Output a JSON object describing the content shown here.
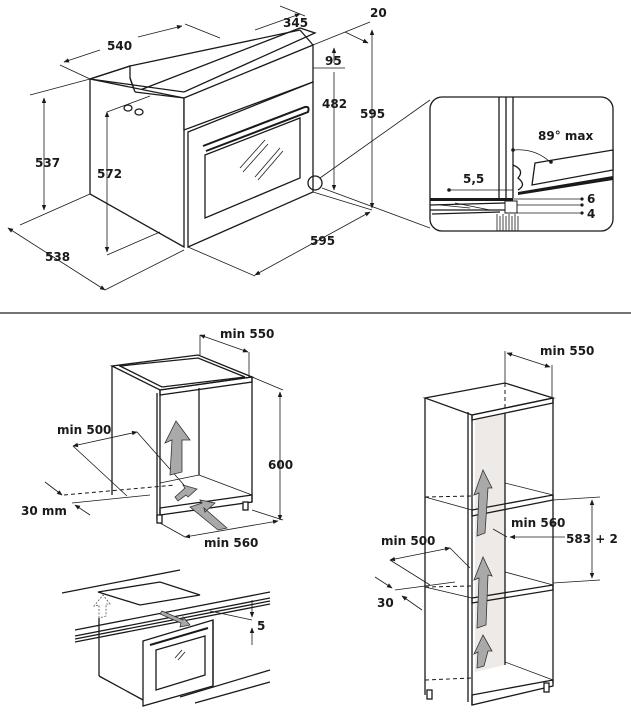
{
  "oven_dimensions": {
    "width_top": "540",
    "depth_top": "345",
    "front_offset": "20",
    "panel_height": "95",
    "door_height": "482",
    "total_height": "595",
    "side_height": "537",
    "cavity_height": "572",
    "depth_bottom": "538",
    "front_width": "595"
  },
  "detail": {
    "angle": "89° max",
    "gap": "5,5",
    "dim_a": "6",
    "dim_b": "4"
  },
  "under_counter": {
    "depth": "min 550",
    "width_back": "min 500",
    "gap": "30 mm",
    "height": "600",
    "width_front": "min 560"
  },
  "hob_install": {
    "gap": "5"
  },
  "tall_column": {
    "depth": "min 550",
    "width_inner": "min 560",
    "width_back": "min 500",
    "niche_height": "583 + 2",
    "gap": "30"
  },
  "colors": {
    "line": "#1a1a1a",
    "arrow": "#a9a9a9",
    "shade": "#eeeae7"
  }
}
